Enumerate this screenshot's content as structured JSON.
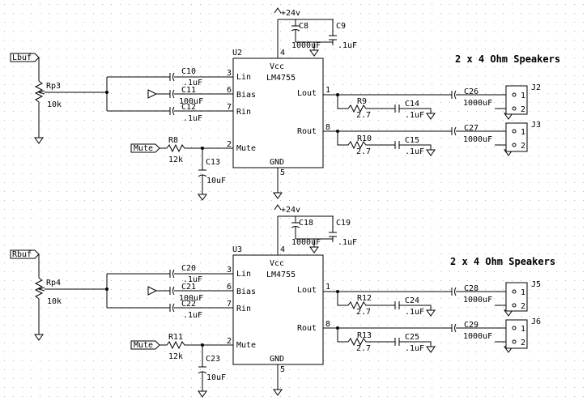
{
  "colors": {
    "background": "#ffffff",
    "grid": "#b4b4b4",
    "ink": "#000000"
  },
  "upper": {
    "title": "2 x 4 Ohm Speakers",
    "supply": "+24v",
    "input_port": "Lbuf",
    "mute_port": "Mute",
    "pot_ref": "Rp3",
    "pot_val": "10k",
    "ic_ref": "U2",
    "ic_part": "LM4755",
    "vcc": "Vcc",
    "gnd": "GND",
    "pins": {
      "p1": "1",
      "p2": "2",
      "p3": "3",
      "p4": "4",
      "p5": "5",
      "p6": "6",
      "p7": "7",
      "p8": "8"
    },
    "ic_pins": {
      "lin": "Lin",
      "bias": "Bias",
      "rin": "Rin",
      "mute": "Mute",
      "lout": "Lout",
      "rout": "Rout"
    },
    "c_lin_ref": "C10",
    "c_lin_val": ".1uF",
    "c_bias_ref": "C11",
    "c_bias_val": "100uF",
    "c_rin_ref": "C12",
    "c_rin_val": ".1uF",
    "c_sup_big_ref": "C8",
    "c_sup_big_val": "1000uF",
    "c_sup_small_ref": "C9",
    "c_sup_small_val": ".1uF",
    "r_mute_ref": "R8",
    "r_mute_val": "12k",
    "c_mute_ref": "C13",
    "c_mute_val": "10uF",
    "r_zob_a_ref": "R9",
    "r_zob_a_val": "2.7",
    "c_zob_a_ref": "C14",
    "c_zob_a_val": ".1uF",
    "r_zob_b_ref": "R10",
    "r_zob_b_val": "2.7",
    "c_zob_b_ref": "C15",
    "c_zob_b_val": ".1uF",
    "c_out_a_ref": "C26",
    "c_out_a_val": "1000uF",
    "c_out_b_ref": "C27",
    "c_out_b_val": "1000uF",
    "j_a_ref": "J2",
    "j_b_ref": "J3",
    "j_pin1": "1",
    "j_pin2": "2"
  },
  "lower": {
    "title": "2 x 4 Ohm Speakers",
    "supply": "+24v",
    "input_port": "Rbuf",
    "mute_port": "Mute",
    "pot_ref": "Rp4",
    "pot_val": "10k",
    "ic_ref": "U3",
    "ic_part": "LM4755",
    "vcc": "Vcc",
    "gnd": "GND",
    "pins": {
      "p1": "1",
      "p2": "2",
      "p3": "3",
      "p4": "4",
      "p5": "5",
      "p6": "6",
      "p7": "7",
      "p8": "8"
    },
    "ic_pins": {
      "lin": "Lin",
      "bias": "Bias",
      "rin": "Rin",
      "mute": "Mute",
      "lout": "Lout",
      "rout": "Rout"
    },
    "c_lin_ref": "C20",
    "c_lin_val": ".1uF",
    "c_bias_ref": "C21",
    "c_bias_val": "100uF",
    "c_rin_ref": "C22",
    "c_rin_val": ".1uF",
    "c_sup_big_ref": "C18",
    "c_sup_big_val": "1000uF",
    "c_sup_small_ref": "C19",
    "c_sup_small_val": ".1uF",
    "r_mute_ref": "R11",
    "r_mute_val": "12k",
    "c_mute_ref": "C23",
    "c_mute_val": "10uF",
    "r_zob_a_ref": "R12",
    "r_zob_a_val": "2.7",
    "c_zob_a_ref": "C24",
    "c_zob_a_val": ".1uF",
    "r_zob_b_ref": "R13",
    "r_zob_b_val": "2.7",
    "c_zob_b_ref": "C25",
    "c_zob_b_val": ".1uF",
    "c_out_a_ref": "C28",
    "c_out_a_val": "1000uF",
    "c_out_b_ref": "C29",
    "c_out_b_val": "1000uF",
    "j_a_ref": "J5",
    "j_b_ref": "J6",
    "j_pin1": "1",
    "j_pin2": "2"
  }
}
